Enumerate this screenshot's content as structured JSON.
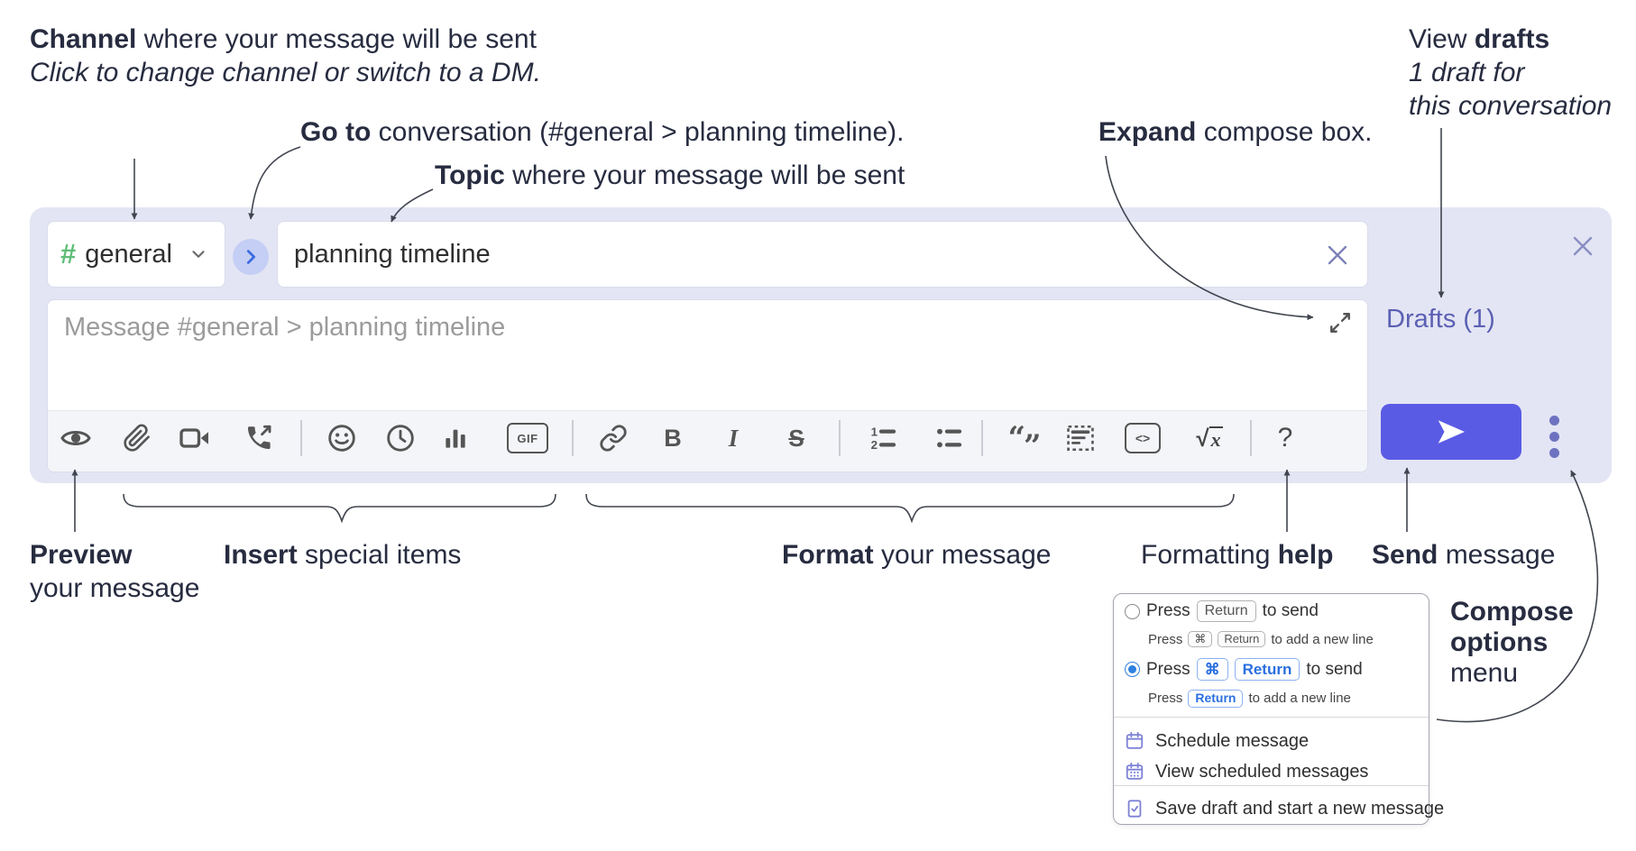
{
  "annotations": {
    "channel": {
      "bold": "Channel",
      "rest": " where your message will be sent",
      "line2": "Click to change channel or switch to a DM."
    },
    "go_to": {
      "bold": "Go to",
      "rest": " conversation (#general &gt; planning timeline).",
      "rest_plain": " conversation (#general > planning timeline)."
    },
    "topic": {
      "bold": "Topic",
      "rest": " where your message will be sent"
    },
    "expand": {
      "bold": "Expand",
      "rest": " compose box."
    },
    "view_drafts": {
      "pre": "View ",
      "bold": "drafts",
      "line2": "1 draft for",
      "line3": "this conversation"
    },
    "preview": {
      "bold": "Preview",
      "line2": "your message"
    },
    "insert": {
      "bold": "Insert",
      "rest": " special items"
    },
    "format": {
      "bold": "Format",
      "rest": " your message"
    },
    "formatting_help": {
      "pre": "Formatting ",
      "bold": "help"
    },
    "send": {
      "bold": "Send",
      "rest": " message"
    },
    "compose_options": {
      "bold1": "Compose",
      "bold2": "options",
      "line3": "menu"
    }
  },
  "compose": {
    "channel_hash": "#",
    "channel_name": "general",
    "topic_value": "planning timeline",
    "message_placeholder": "Message #general > planning timeline",
    "drafts_label": "Drafts (1)",
    "colors": {
      "container_bg": "#e3e5f4",
      "send_button": "#5a5be4",
      "drafts_link": "#5c60b3",
      "accent_green": "#5fbe78",
      "kbd_blue": "#2a6fe0"
    }
  },
  "toolbar_glyphs": {
    "gif": "GIF",
    "bold": "B",
    "italic": "I",
    "strike": "S",
    "code": "<>",
    "sqrt": "√",
    "sqrt_x": "x",
    "help": "?",
    "quote_open": "“",
    "quote_close": "”",
    "ol_one": "1",
    "ol_two": "2"
  },
  "options_menu": {
    "row1": {
      "pre": "Press",
      "kbd": "Return",
      "post": "to send"
    },
    "row1sub": {
      "pre": "Press",
      "kbd1": "⌘",
      "kbd2": "Return",
      "post": "to add a new line"
    },
    "row2": {
      "pre": "Press",
      "kbd1": "⌘",
      "kbd2": "Return",
      "post": "to send"
    },
    "row2sub": {
      "pre": "Press",
      "kbd": "Return",
      "post": "to add a new line"
    },
    "items": [
      {
        "label": "Schedule message"
      },
      {
        "label": "View scheduled messages"
      },
      {
        "label": "Save draft and start a new message"
      }
    ]
  }
}
